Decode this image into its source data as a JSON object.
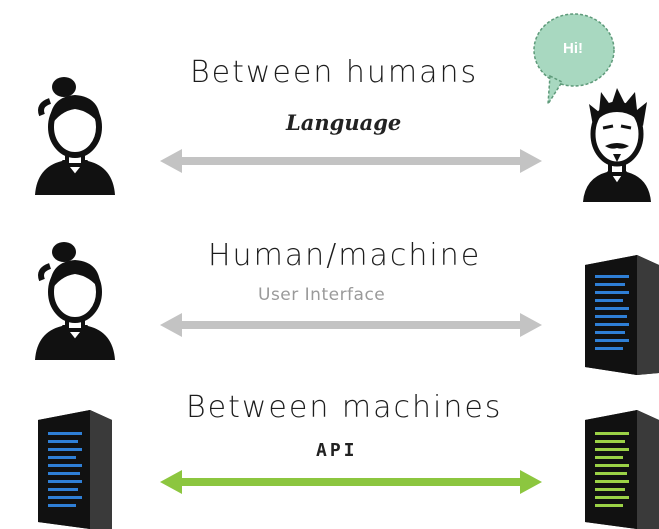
{
  "rows": [
    {
      "heading": "Between humans",
      "subheading": "Language",
      "arrow_color": "#c3c3c3",
      "left_icon": "woman-avatar-icon",
      "right_icon": "man-avatar-icon"
    },
    {
      "heading": "Human/machine",
      "subheading": "User Interface",
      "arrow_color": "#c3c3c3",
      "left_icon": "woman-avatar-icon",
      "right_icon": "server-icon"
    },
    {
      "heading": "Between machines",
      "subheading": "API",
      "arrow_color": "#8cc63f",
      "left_icon": "server-icon",
      "right_icon": "server-icon"
    }
  ],
  "speech_bubble": {
    "text": "Hi!",
    "color": "#a8d8c0"
  },
  "colors": {
    "server_led_blue": "#2f7fd6",
    "server_led_green": "#9bd246"
  }
}
